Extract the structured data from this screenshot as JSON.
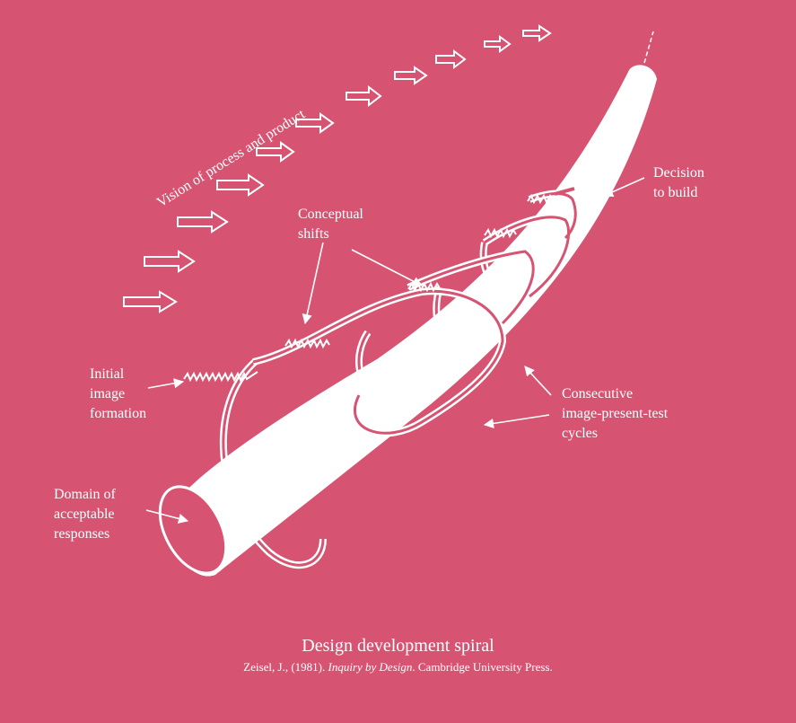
{
  "diagram": {
    "vision_label": "Vision of process and product",
    "decision_label": [
      "Decision",
      "to build"
    ],
    "conceptual_label": [
      "Conceptual",
      "shifts"
    ],
    "initial_label": [
      "Initial",
      "image",
      "formation"
    ],
    "consecutive_label": [
      "Consecutive",
      "image-present-test",
      "cycles"
    ],
    "domain_label": [
      "Domain of",
      "acceptable",
      "responses"
    ],
    "colors": {
      "background": "#d65472",
      "foreground": "#ffffff"
    }
  },
  "caption": {
    "title": "Design development spiral",
    "citation_author": "Zeisel, J., (1981). ",
    "citation_book": "Inquiry by Design",
    "citation_publisher": ". Cambridge University Press."
  }
}
